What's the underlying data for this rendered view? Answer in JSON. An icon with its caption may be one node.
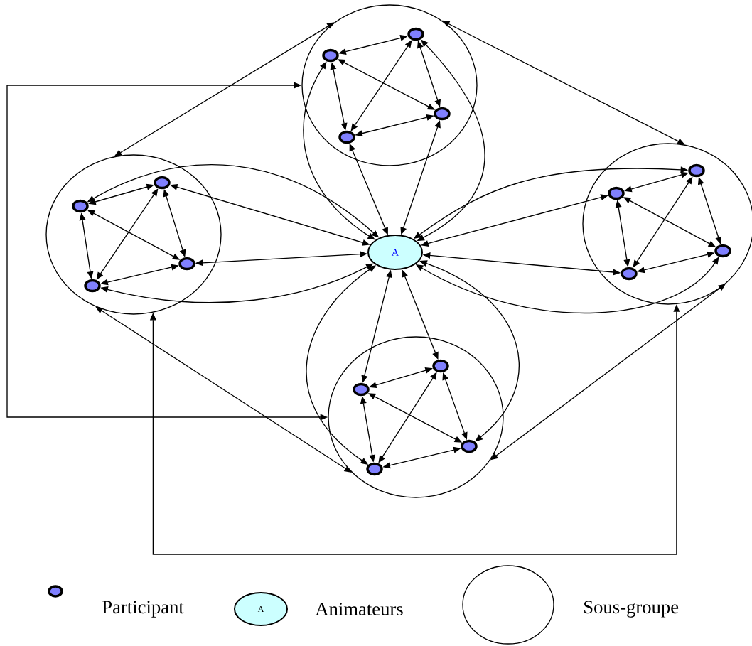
{
  "diagram": {
    "nodes": [
      {
        "text": [],
        "shape": "circle"
      },
      {
        "text": [],
        "shape": "circle",
        "in": 0
      },
      {
        "text": [],
        "shape": "circle",
        "in": 0
      },
      {
        "text": [],
        "shape": "circle",
        "in": 0
      },
      {
        "text": [],
        "shape": "circle",
        "in": 0
      },
      {
        "text": [],
        "shape": "circle"
      },
      {
        "text": [],
        "shape": "circle",
        "in": 5
      },
      {
        "text": [],
        "shape": "circle",
        "in": 5
      },
      {
        "text": [],
        "shape": "circle",
        "in": 5
      },
      {
        "text": [],
        "shape": "circle",
        "in": 5
      },
      {
        "text": [
          "A"
        ]
      },
      {
        "text": [],
        "shape": "circle"
      },
      {
        "text": [],
        "shape": "circle",
        "in": 11
      },
      {
        "text": [],
        "shape": "circle",
        "in": 11
      },
      {
        "text": [],
        "shape": "circle",
        "in": 11
      },
      {
        "text": [],
        "shape": "circle",
        "in": 11
      },
      {
        "text": [],
        "shape": "circle"
      },
      {
        "text": [],
        "shape": "circle",
        "in": 16
      },
      {
        "text": [],
        "shape": "circle",
        "in": 16
      },
      {
        "text": [],
        "shape": "circle",
        "in": 16
      },
      {
        "text": [],
        "shape": "circle",
        "in": 16
      }
    ],
    "edges": [
      {
        "from": 1,
        "to": 2,
        "arrow": "both"
      },
      {
        "from": 2,
        "to": 4,
        "arrow": "both"
      },
      {
        "from": 4,
        "to": 3,
        "arrow": "both"
      },
      {
        "from": 3,
        "to": 1,
        "arrow": "both"
      },
      {
        "from": 1,
        "to": 4,
        "arrow": "both"
      },
      {
        "from": 2,
        "to": 3,
        "arrow": "both"
      },
      {
        "from": 6,
        "to": 7,
        "arrow": "both"
      },
      {
        "from": 7,
        "to": 9,
        "arrow": "both"
      },
      {
        "from": 9,
        "to": 8,
        "arrow": "both"
      },
      {
        "from": 8,
        "to": 6,
        "arrow": "both"
      },
      {
        "from": 6,
        "to": 9,
        "arrow": "both"
      },
      {
        "from": 7,
        "to": 8,
        "arrow": "both"
      },
      {
        "from": 12,
        "to": 13,
        "arrow": "both"
      },
      {
        "from": 13,
        "to": 15,
        "arrow": "both"
      },
      {
        "from": 15,
        "to": 14,
        "arrow": "both"
      },
      {
        "from": 14,
        "to": 12,
        "arrow": "both"
      },
      {
        "from": 12,
        "to": 15,
        "arrow": "both"
      },
      {
        "from": 13,
        "to": 14,
        "arrow": "both"
      },
      {
        "from": 17,
        "to": 18,
        "arrow": "both"
      },
      {
        "from": 18,
        "to": 20,
        "arrow": "both"
      },
      {
        "from": 20,
        "to": 19,
        "arrow": "both"
      },
      {
        "from": 19,
        "to": 17,
        "arrow": "both"
      },
      {
        "from": 17,
        "to": 20,
        "arrow": "both"
      },
      {
        "from": 18,
        "to": 19,
        "arrow": "both"
      },
      {
        "from": 1,
        "to": 10,
        "arrow": "both"
      },
      {
        "from": 2,
        "to": 10,
        "arrow": "both"
      },
      {
        "from": 3,
        "to": 10,
        "arrow": "both"
      },
      {
        "from": 4,
        "to": 10,
        "arrow": "both"
      },
      {
        "from": 6,
        "to": 10,
        "arrow": "both"
      },
      {
        "from": 7,
        "to": 10,
        "arrow": "both"
      },
      {
        "from": 8,
        "to": 10,
        "arrow": "both"
      },
      {
        "from": 9,
        "to": 10,
        "arrow": "both"
      },
      {
        "from": 12,
        "to": 10,
        "arrow": "both"
      },
      {
        "from": 13,
        "to": 10,
        "arrow": "both"
      },
      {
        "from": 14,
        "to": 10,
        "arrow": "both"
      },
      {
        "from": 15,
        "to": 10,
        "arrow": "both"
      },
      {
        "from": 17,
        "to": 10,
        "arrow": "both"
      },
      {
        "from": 18,
        "to": 10,
        "arrow": "both"
      },
      {
        "from": 19,
        "to": 10,
        "arrow": "both"
      },
      {
        "from": 20,
        "to": 10,
        "arrow": "both"
      },
      {
        "from": 5,
        "to": 0,
        "arrow": "both"
      },
      {
        "from": 0,
        "to": 11,
        "arrow": "both"
      },
      {
        "from": 0,
        "to": 16,
        "arrow": "both"
      },
      {
        "from": 5,
        "to": 16,
        "arrow": "both"
      },
      {
        "from": 11,
        "to": 16,
        "arrow": "both"
      },
      {
        "from": 5,
        "to": 11,
        "arrow": "both"
      }
    ],
    "labels": [
      "A"
    ],
    "legend": [
      {
        "text": "Participant"
      },
      {
        "text": "Animateurs"
      },
      {
        "text": "Sous-groupe"
      }
    ]
  }
}
